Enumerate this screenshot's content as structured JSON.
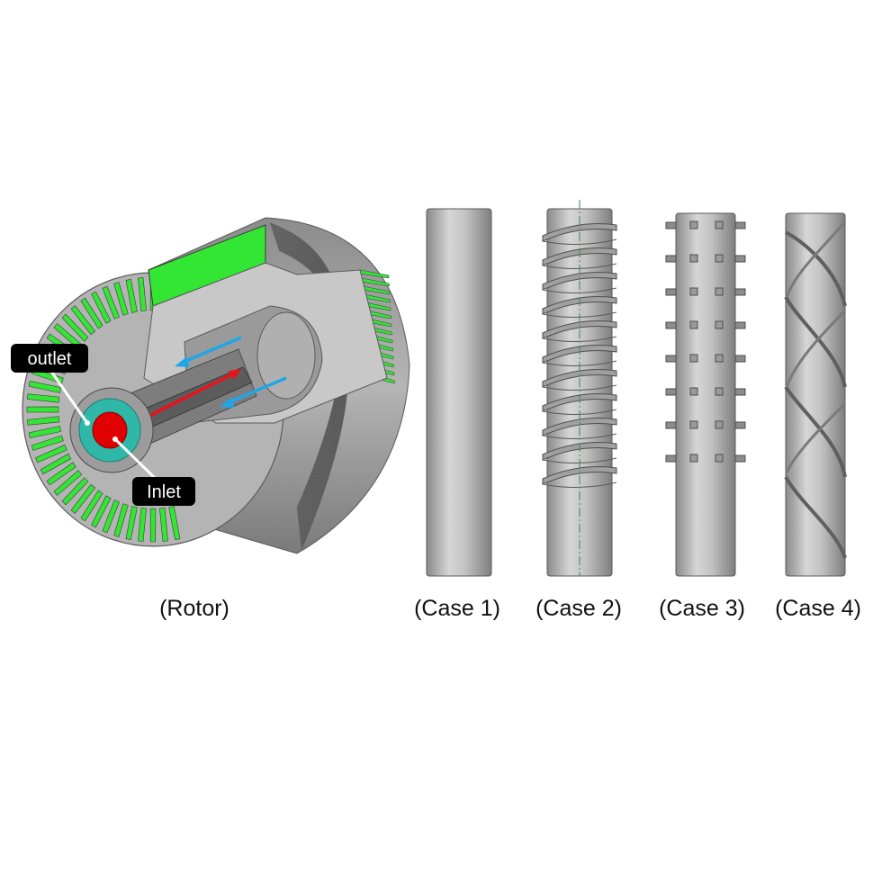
{
  "labels": {
    "outlet": "outlet",
    "inlet": "Inlet"
  },
  "captions": {
    "rotor": "(Rotor)",
    "case1": "(Case 1)",
    "case2": "(Case 2)",
    "case3": "(Case 3)",
    "case4": "(Case 4)"
  },
  "colors": {
    "background": "#ffffff",
    "metal": "#a9a9a9",
    "metal_dark": "#6e6e6e",
    "slot_green": "#33e633",
    "outlet_ring": "#2fb8a8",
    "inlet_core": "#e00000",
    "flow_red": "#e8141a",
    "flow_blue": "#1fa6e8",
    "tag_bg": "#000000",
    "centerline": "#2e8b57"
  }
}
